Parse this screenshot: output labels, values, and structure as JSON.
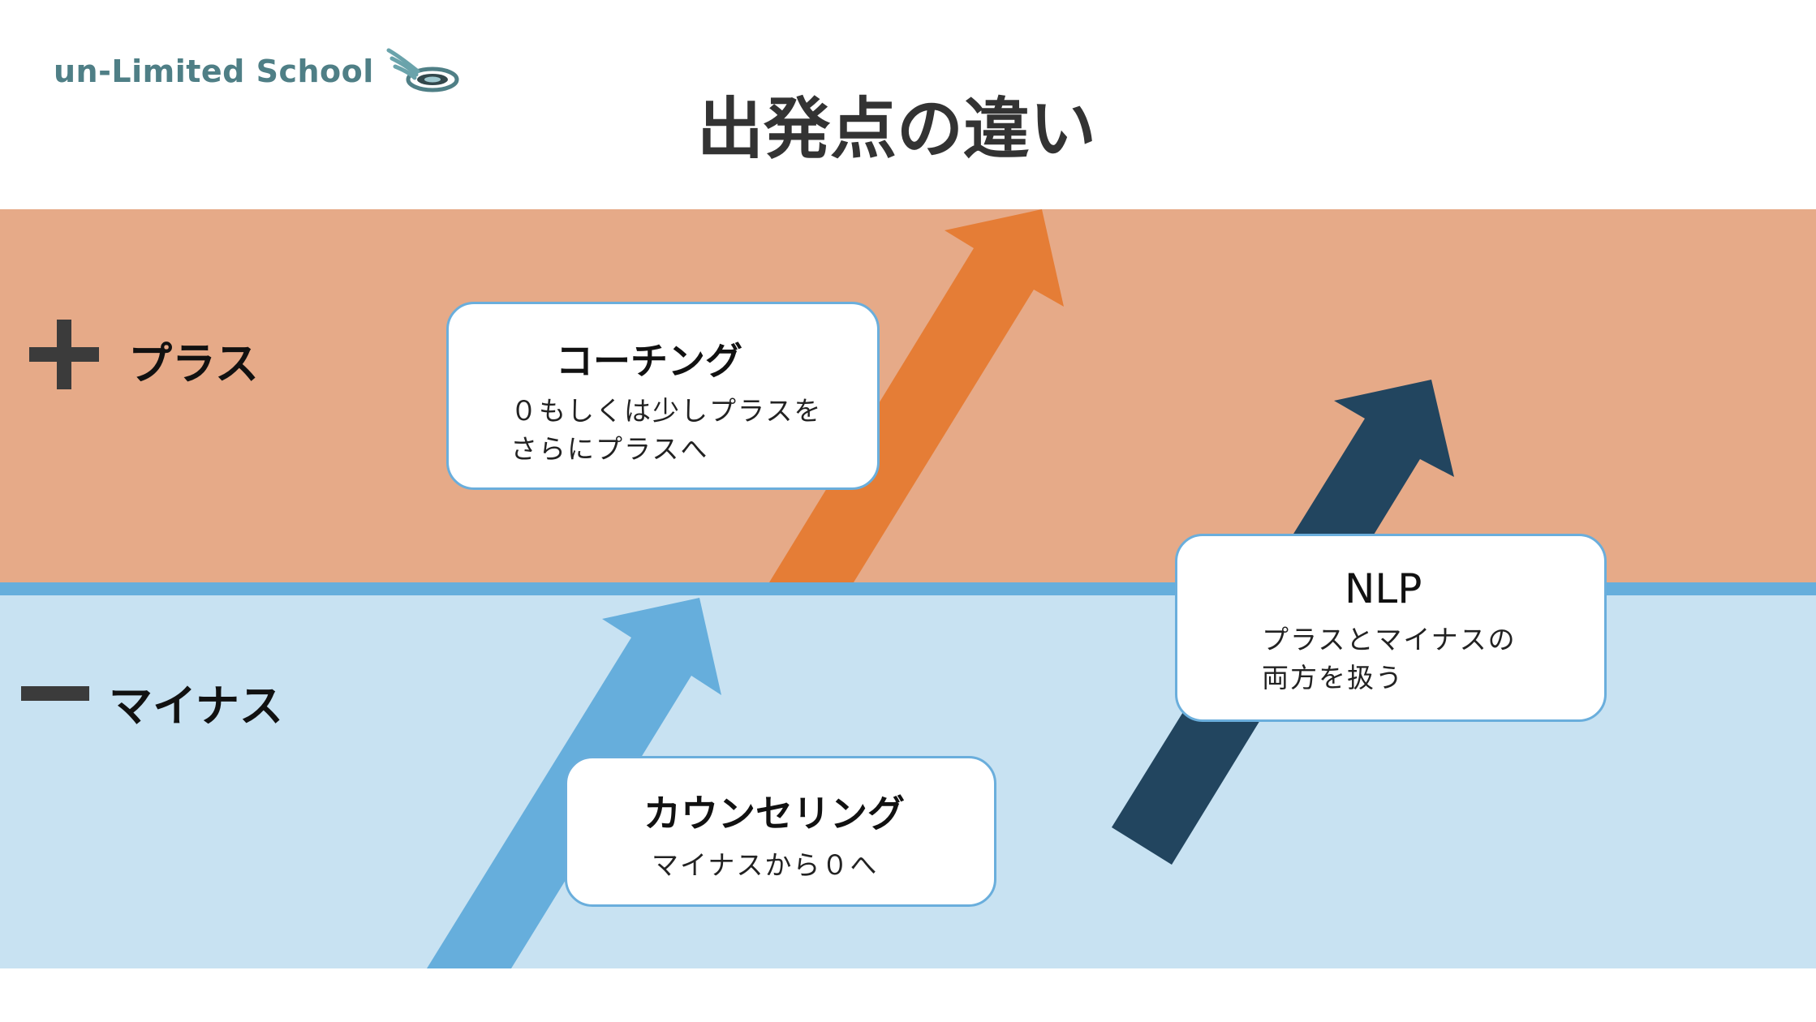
{
  "logo": {
    "text": "un-Limited School",
    "icon": "winged-ring-logo-icon"
  },
  "title": "出発点の違い",
  "levels": {
    "plus": {
      "label": "プラス",
      "icon": "plus-icon"
    },
    "minus": {
      "label": "マイナス",
      "icon": "minus-icon"
    }
  },
  "cards": {
    "coaching": {
      "title": "コーチング",
      "lines": [
        "０もしくは少しプラスを",
        "さらにプラスへ"
      ]
    },
    "nlp": {
      "title": "NLP",
      "lines": [
        "プラスとマイナスの",
        "両方を扱う"
      ]
    },
    "counseling": {
      "title": "カウンセリング",
      "lines": [
        "マイナスから０へ"
      ]
    }
  },
  "colors": {
    "plus_band": "#e6aa88",
    "minus_band": "#c8e2f2",
    "divider": "#66aedc",
    "coaching_arrow": "#e57d36",
    "nlp_arrow": "#22455f",
    "counseling_arrow": "#66aedc",
    "card_border": "#6aaedc"
  }
}
